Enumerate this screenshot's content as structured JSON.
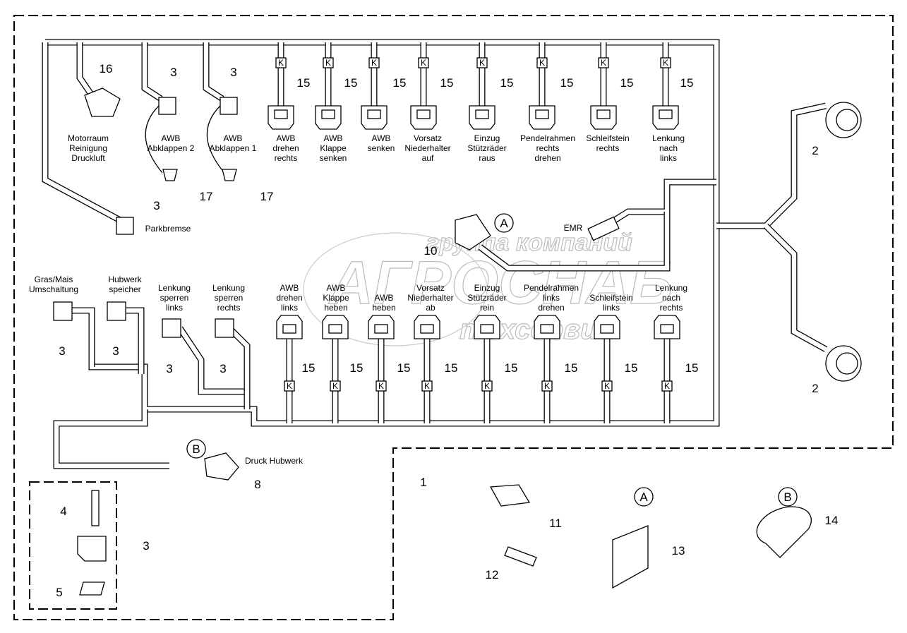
{
  "diagram": {
    "watermark": {
      "line1": "группа компаний",
      "line2": "АГРОСНАБ",
      "line3": "техсервис"
    },
    "top_labels": [
      [
        "Motorraum",
        "Reinigung",
        "Druckluft"
      ],
      [
        "AWB",
        "Abklappen 2"
      ],
      [
        "AWB",
        "Abklappen 1"
      ],
      [
        "AWB",
        "drehen",
        "rechts"
      ],
      [
        "AWB",
        "Klappe",
        "senken"
      ],
      [
        "AWB",
        "senken"
      ],
      [
        "Vorsatz",
        "Niederhalter",
        "auf"
      ],
      [
        "Einzug",
        "Stützräder",
        "raus"
      ],
      [
        "Pendelrahmen",
        "rechts",
        "drehen"
      ],
      [
        "Schleifstein",
        "rechts"
      ],
      [
        "Lenkung",
        "nach",
        "links"
      ]
    ],
    "bottom_labels": [
      [
        "Gras/Mais",
        "Umschaltung"
      ],
      [
        "Hubwerk",
        "speicher"
      ],
      [
        "Lenkung",
        "sperren",
        "links"
      ],
      [
        "Lenkung",
        "sperren",
        "rechts"
      ],
      [
        "AWB",
        "drehen",
        "links"
      ],
      [
        "AWB",
        "Klappe",
        "heben"
      ],
      [
        "AWB",
        "heben"
      ],
      [
        "Vorsatz",
        "Niederhalter",
        "ab"
      ],
      [
        "Einzug",
        "Stützräder",
        "rein"
      ],
      [
        "Pendelrahmen",
        "links",
        "drehen"
      ],
      [
        "Schleifstein",
        "links"
      ],
      [
        "Lenkung",
        "nach",
        "rechts"
      ]
    ],
    "other_labels": {
      "parkbremse": "Parkbremse",
      "emr": "EMR",
      "druck_hubwerk": "Druck Hubwerk"
    },
    "callouts": {
      "top": [
        "16",
        "3",
        "3",
        "15",
        "15",
        "15",
        "15",
        "15",
        "15",
        "15",
        "15"
      ],
      "bottom": [
        "3",
        "3",
        "3",
        "3",
        "15",
        "15",
        "15",
        "15",
        "15",
        "15",
        "15",
        "15"
      ],
      "misc": [
        "17",
        "17",
        "3",
        "10",
        "2",
        "2",
        "8",
        "1",
        "4",
        "3",
        "5",
        "11",
        "12",
        "13",
        "14"
      ],
      "ref_circles": [
        "A",
        "B",
        "A",
        "B"
      ],
      "k_mark": "K"
    }
  }
}
